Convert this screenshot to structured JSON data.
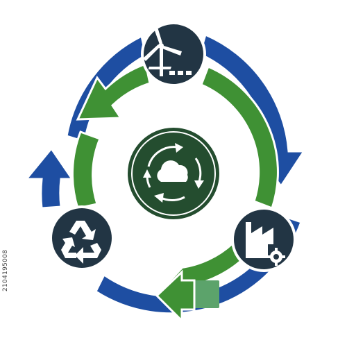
{
  "colors": {
    "outer_ring": "#1e4ea2",
    "inner_ring": "#3f9134",
    "inner_ring_highlight": "#5ca36b",
    "node_fill": "#223544",
    "center_fill": "#244d2f",
    "icon_fill": "#ffffff",
    "background": "#ffffff"
  },
  "nodes": [
    {
      "id": "wind",
      "icon": "wind-turbine-icon"
    },
    {
      "id": "factory",
      "icon": "factory-gear-icon"
    },
    {
      "id": "recycle",
      "icon": "recycle-icon"
    }
  ],
  "center": {
    "icon": "cloud-cycle-icon"
  },
  "stock_id": "2104195008"
}
